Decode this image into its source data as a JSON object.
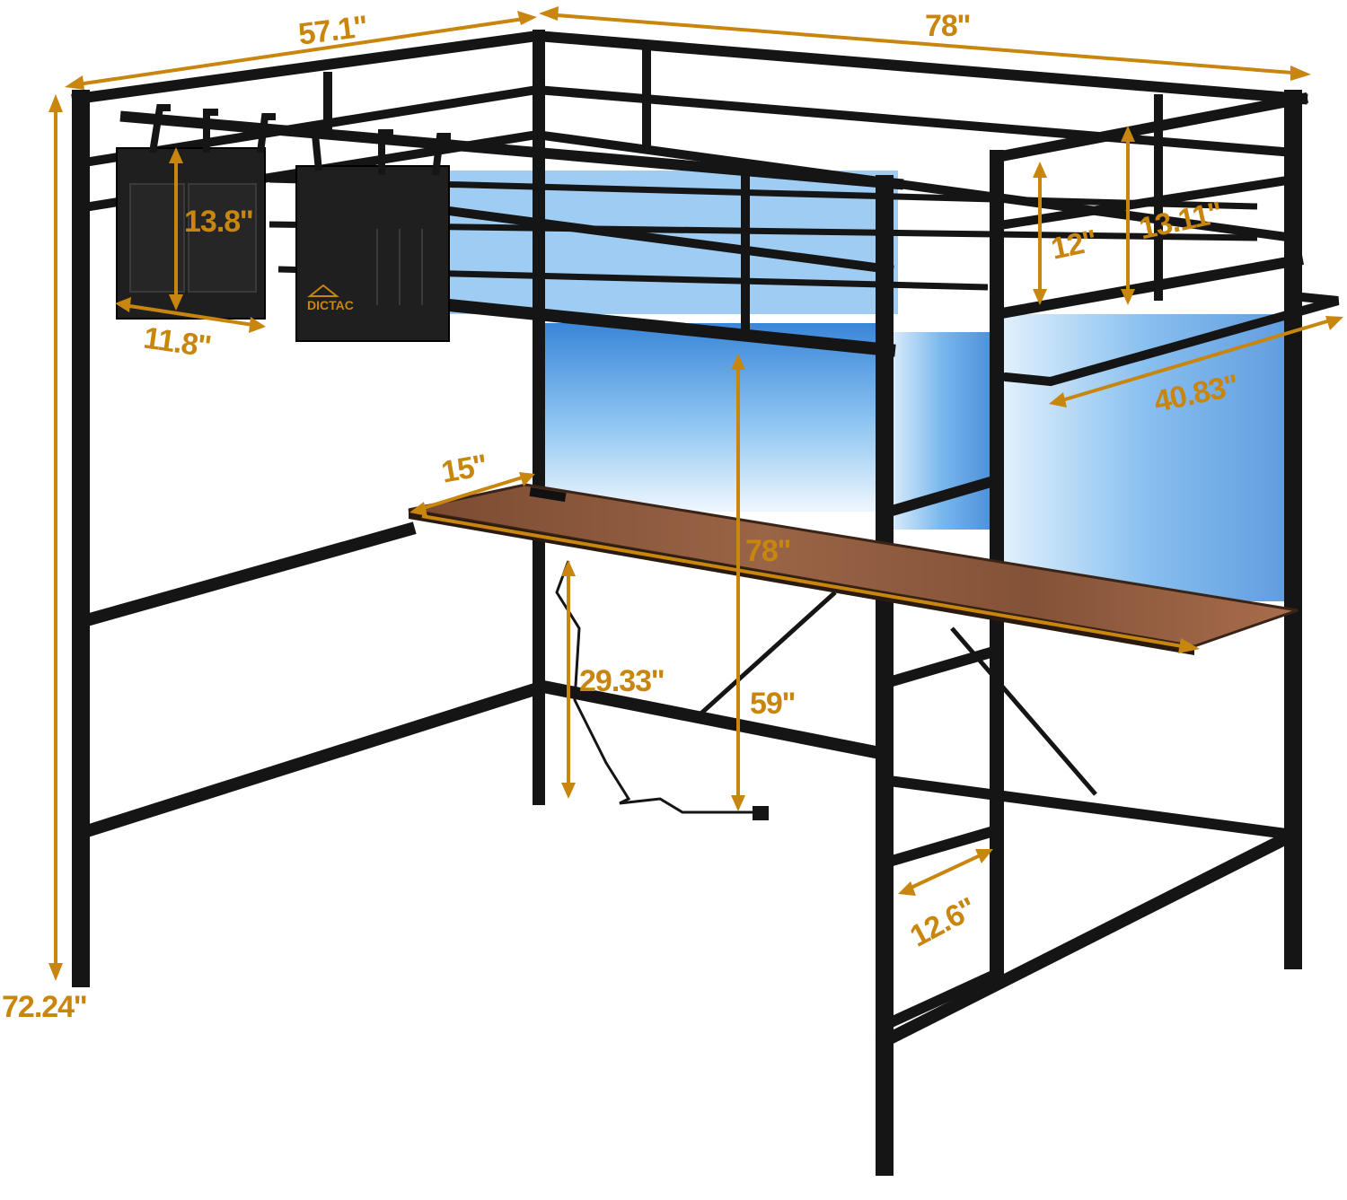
{
  "brand": {
    "logo_text": "DICTAC"
  },
  "dimensions": {
    "top_width": "57.1''",
    "top_length": "78''",
    "total_height": "72.24''",
    "bag_height": "13.8''",
    "bag_width": "11.8''",
    "guard_height": "12''",
    "rail_height": "13.11''",
    "rod_length": "40.83''",
    "desk_depth": "15''",
    "desk_length": "78''",
    "desk_height": "29.33''",
    "under_bed_clearance": "59''",
    "ladder_step": "12.6''"
  },
  "colors": {
    "dimension": "#c8860f",
    "frame": "#151515",
    "led": "#4fa3e8",
    "desk": "#8b5a3c",
    "bag": "#1f1f1f"
  }
}
